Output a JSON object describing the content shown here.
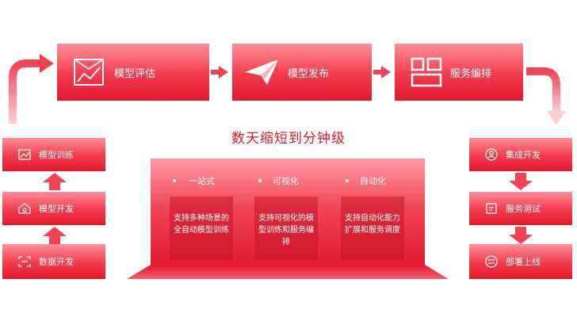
{
  "top_flow": [
    {
      "label": "模型评估",
      "icon": "chart-icon"
    },
    {
      "label": "模型发布",
      "icon": "paper-plane-icon"
    },
    {
      "label": "服务编排",
      "icon": "layout-icon"
    }
  ],
  "left_flow": [
    {
      "label": "模型训练",
      "icon": "chart-icon"
    },
    {
      "label": "模型开发",
      "icon": "gear-icon"
    },
    {
      "label": "数据开发",
      "icon": "scan-icon"
    }
  ],
  "right_flow": [
    {
      "label": "集成开发",
      "icon": "user-icon"
    },
    {
      "label": "服务测试",
      "icon": "clipboard-icon"
    },
    {
      "label": "部署上线",
      "icon": "deploy-icon"
    }
  ],
  "headline": "数天缩短到分钟级",
  "pillars": [
    {
      "title": "一站式",
      "text": "支持多种场景的全自动模型训练"
    },
    {
      "title": "可视化",
      "text": "支持可视化的模型训练和服务编排"
    },
    {
      "title": "自动化",
      "text": "支持自动化能力扩展和服务调度"
    }
  ],
  "colors": {
    "primary": "#e0182c",
    "light": "#ff8f98"
  }
}
